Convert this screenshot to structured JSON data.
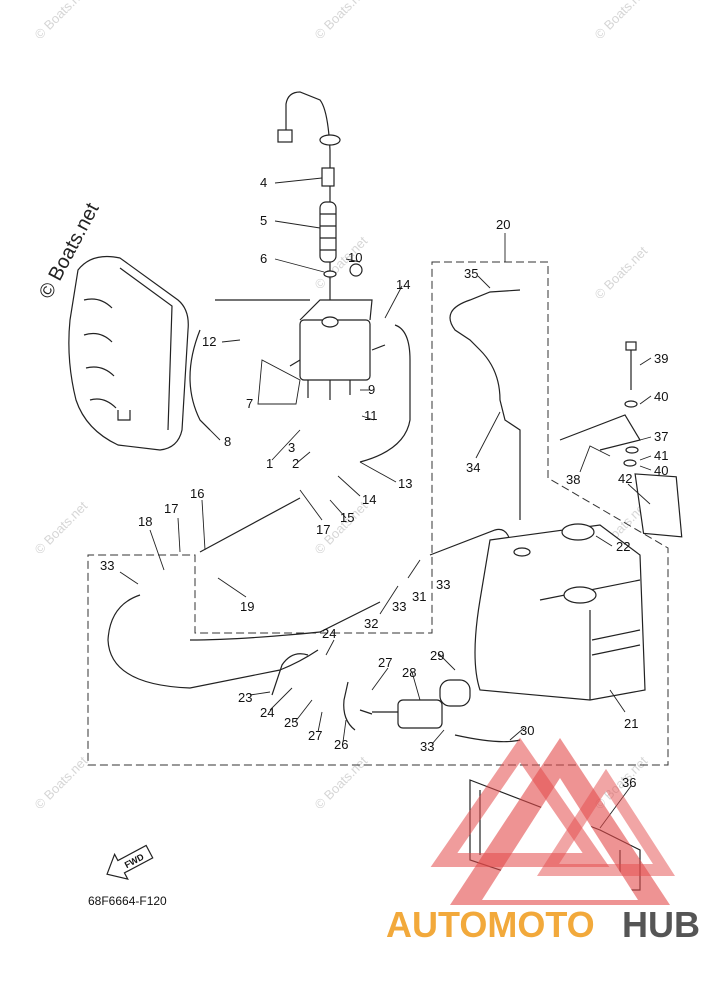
{
  "watermark": "© Boats.net",
  "part_code": "68F6664-F120",
  "fwd_label": "FWD",
  "brand": {
    "part1": "AUTOMOTO",
    "part2": "HUB",
    "color1": "#f2a93b",
    "color2": "#555555",
    "triangle_color": "#e34b4b"
  },
  "labels": {
    "l1": "1",
    "l2": "2",
    "l3": "3",
    "l4": "4",
    "l5": "5",
    "l6": "6",
    "l7": "7",
    "l8": "8",
    "l9": "9",
    "l10": "10",
    "l11": "11",
    "l12": "12",
    "l13": "13",
    "l14": "14",
    "l15": "15",
    "l16": "16",
    "l17": "17",
    "l18": "18",
    "l19": "19",
    "l20": "20",
    "l21": "21",
    "l22": "22",
    "l23": "23",
    "l24": "24",
    "l25": "25",
    "l26": "26",
    "l27": "27",
    "l28": "28",
    "l29": "29",
    "l30": "30",
    "l31": "31",
    "l32": "32",
    "l33": "33",
    "l34": "34",
    "l35": "35",
    "l36": "36",
    "l37": "37",
    "l38": "38",
    "l39": "39",
    "l40": "40",
    "l41": "41",
    "l42": "42"
  }
}
